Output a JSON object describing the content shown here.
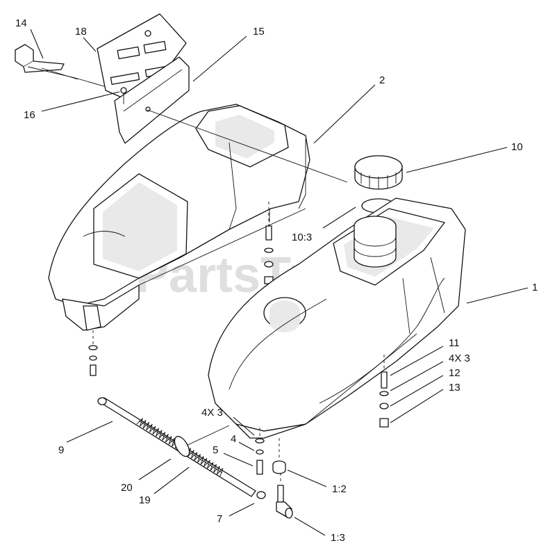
{
  "watermark": {
    "text": "PartsTree",
    "tm": "™"
  },
  "cap_label": "",
  "callouts": [
    {
      "id": "c14",
      "text": "14"
    },
    {
      "id": "c18",
      "text": "18"
    },
    {
      "id": "c15",
      "text": "15"
    },
    {
      "id": "c16",
      "text": "16"
    },
    {
      "id": "c2",
      "text": "2"
    },
    {
      "id": "c10",
      "text": "10"
    },
    {
      "id": "c10_3",
      "text": "10:3"
    },
    {
      "id": "c1",
      "text": "1"
    },
    {
      "id": "c11",
      "text": "11"
    },
    {
      "id": "c4x3a",
      "text": "4X 3"
    },
    {
      "id": "c12",
      "text": "12"
    },
    {
      "id": "c13",
      "text": "13"
    },
    {
      "id": "c4x3b",
      "text": "4X 3"
    },
    {
      "id": "c4",
      "text": "4"
    },
    {
      "id": "c5",
      "text": "5"
    },
    {
      "id": "c9",
      "text": "9"
    },
    {
      "id": "c1_2",
      "text": "1:2"
    },
    {
      "id": "c20",
      "text": "20"
    },
    {
      "id": "c19",
      "text": "19"
    },
    {
      "id": "c7",
      "text": "7"
    },
    {
      "id": "c1_3",
      "text": "1:3"
    }
  ]
}
